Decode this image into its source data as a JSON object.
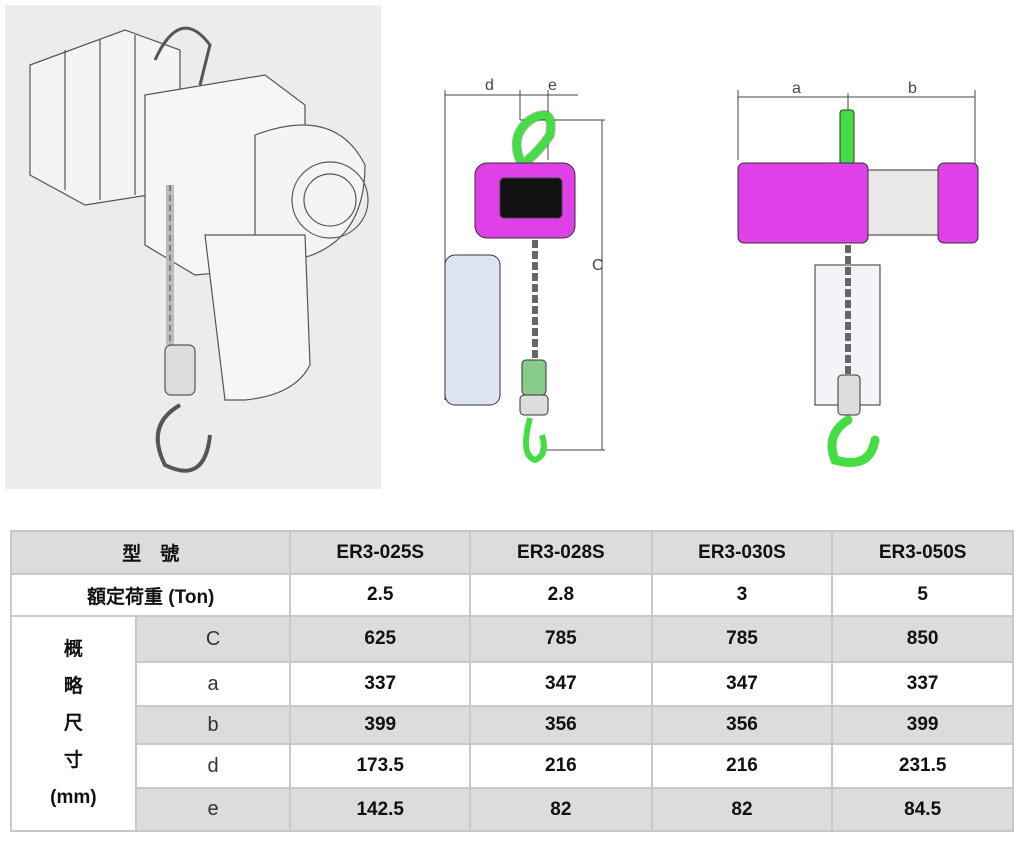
{
  "figures": {
    "side_view": {
      "dim_labels": [
        "d",
        "e",
        "C"
      ]
    },
    "front_view": {
      "dim_labels": [
        "a",
        "b"
      ]
    }
  },
  "table": {
    "header_label": "型　號",
    "models": [
      "ER3-025S",
      "ER3-028S",
      "ER3-030S",
      "ER3-050S"
    ],
    "load_label": "額定荷重 (Ton)",
    "loads": [
      "2.5",
      "2.8",
      "3",
      "5"
    ],
    "dim_group_label": [
      "概",
      "略",
      "尺",
      "寸",
      "(mm)"
    ],
    "dimensions": [
      {
        "label": "C",
        "values": [
          "625",
          "785",
          "785",
          "850"
        ]
      },
      {
        "label": "a",
        "values": [
          "337",
          "347",
          "347",
          "337"
        ]
      },
      {
        "label": "b",
        "values": [
          "399",
          "356",
          "356",
          "399"
        ]
      },
      {
        "label": "d",
        "values": [
          "173.5",
          "216",
          "216",
          "231.5"
        ]
      },
      {
        "label": "e",
        "values": [
          "142.5",
          "82",
          "82",
          "84.5"
        ]
      }
    ]
  },
  "colors": {
    "body": "#e040e8",
    "hook": "#44dd44",
    "bag": "#dde4f4"
  }
}
